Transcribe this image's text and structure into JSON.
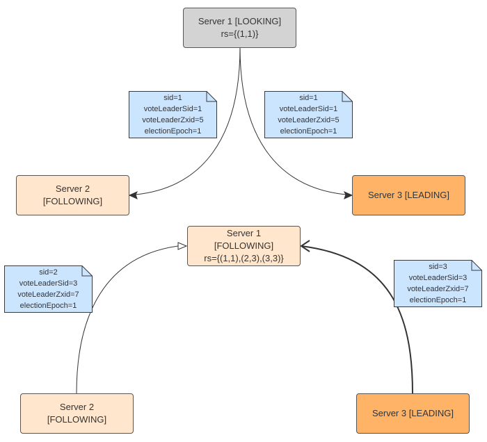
{
  "colors": {
    "looking_fill": "#d3d3d3",
    "following_fill": "#ffe6cc",
    "leading_fill": "#ffb366",
    "note_fill": "#cce5ff",
    "note_stroke": "#36393d",
    "edge_stroke": "#333333"
  },
  "top": {
    "server1": {
      "line1": "Server 1 [LOOKING]",
      "line2": "rs={(1,1)}"
    },
    "server2": {
      "line1": "Server 2",
      "line2": "[FOLLOWING]"
    },
    "server3": {
      "line1": "Server 3 [LEADING]"
    },
    "note_left": {
      "line1": "sid=1",
      "line2": "voteLeaderSid=1",
      "line3": "voteLeaderZxid=5",
      "line4": "electionEpoch=1"
    },
    "note_right": {
      "line1": "sid=1",
      "line2": "voteLeaderSid=1",
      "line3": "voteLeaderZxid=5",
      "line4": "electionEpoch=1"
    }
  },
  "bottom": {
    "server1": {
      "line1": "Server 1",
      "line2": "[FOLLOWING]",
      "line3": "rs={(1,1),(2,3),(3,3)}"
    },
    "server2": {
      "line1": "Server 2",
      "line2": "[FOLLOWING]"
    },
    "server3": {
      "line1": "Server 3 [LEADING]"
    },
    "note_left": {
      "line1": "sid=2",
      "line2": "voteLeaderSid=3",
      "line3": "voteLeaderZxid=7",
      "line4": "electionEpoch=1"
    },
    "note_right": {
      "line1": "sid=3",
      "line2": "voteLeaderSid=3",
      "line3": "voteLeaderZxid=7",
      "line4": "electionEpoch=1"
    }
  }
}
